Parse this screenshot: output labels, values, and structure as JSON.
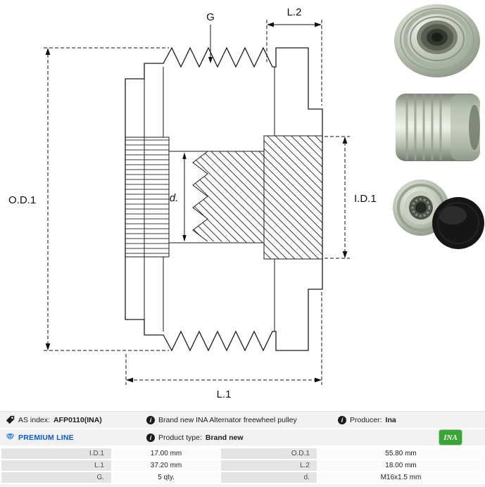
{
  "diagram": {
    "labels": {
      "od1": "O.D.1",
      "id1": "I.D.1",
      "l1": "L.1",
      "l2": "L.2",
      "g": "G",
      "d": "d."
    }
  },
  "info": {
    "as_index_label": "AS index:",
    "as_index_value": "AFP0110(INA)",
    "premium_line_label": "PREMIUM LINE",
    "description": "Brand new INA Alternator freewheel pulley",
    "product_type_label": "Product type:",
    "product_type_value": "Brand new",
    "producer_label": "Producer:",
    "producer_value": "Ina",
    "brand_logo_text": "INA"
  },
  "specs_table": {
    "rows": [
      {
        "label1": "I.D.1",
        "value1": "17.00 mm",
        "label2": "O.D.1",
        "value2": "55.80 mm"
      },
      {
        "label1": "L.1",
        "value1": "37.20 mm",
        "label2": "L.2",
        "value2": "18.00 mm"
      },
      {
        "label1": "G.",
        "value1": "5 qty.",
        "label2": "d.",
        "value2": "M16x1.5 mm"
      }
    ]
  },
  "icons": {
    "as_index": "tag-icon",
    "info": "info-icon",
    "premium": "diamond-icon",
    "brand": "ina-logo",
    "info_glyph": "i"
  },
  "colors": {
    "premium_blue": "#0a5bd7",
    "ina_green": "#3aa437",
    "panel_bg": "#f1f1f1",
    "table_label_bg": "#e4e4e4",
    "table_value_bg": "#fbfbfb",
    "line_color": "#1a1a1a"
  }
}
